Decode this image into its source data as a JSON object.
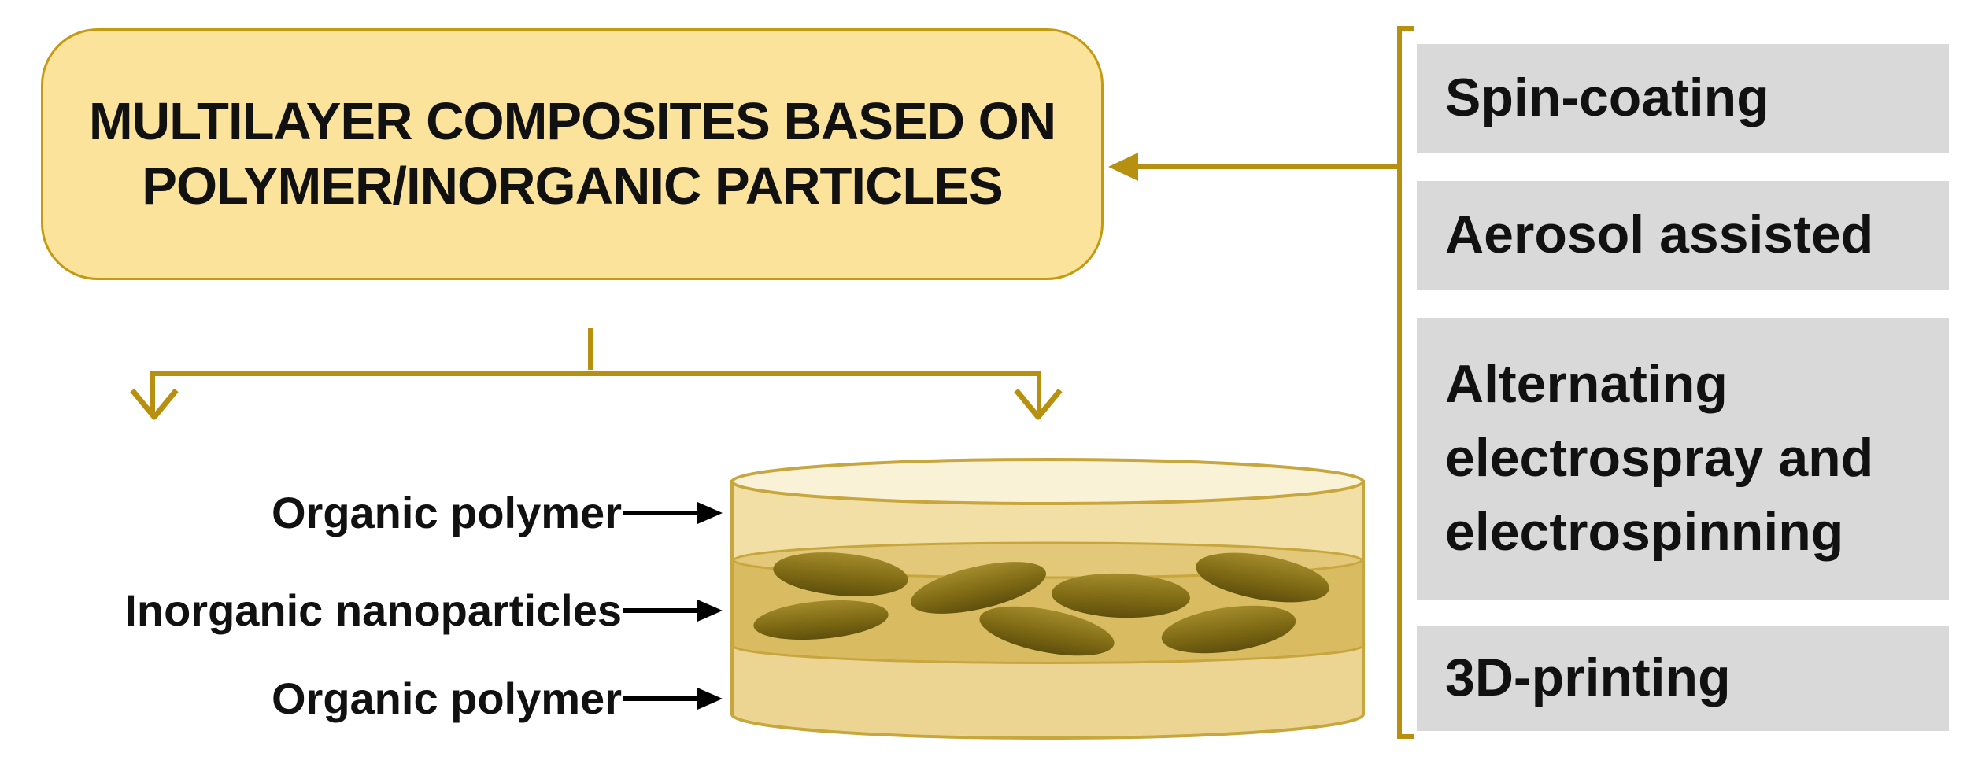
{
  "title": {
    "line1": "MULTILAYER COMPOSITES BASED ON",
    "line2": "POLYMER/INORGANIC PARTICLES"
  },
  "methods": [
    "Spin-coating",
    "Aerosol assisted",
    "Alternating electrospray and electrospinning",
    "3D-printing"
  ],
  "method_lines": {
    "m1": "Spin-coating",
    "m2": "Aerosol assisted",
    "m3a": "Alternating",
    "m3b": "electrospray and",
    "m3c": "electrospinning",
    "m4": "3D-printing"
  },
  "layers": {
    "top": "Organic polymer",
    "middle": "Inorganic nanoparticles",
    "bottom": "Organic polymer"
  },
  "colors": {
    "title_fill": "#fbe39c",
    "connector": "#b8900f",
    "method_fill": "#d9d9d9",
    "polymer_fill": "#f2dfa6",
    "nanoparticle_layer": "#d9bc62",
    "nanoparticle": "#8a7418"
  }
}
